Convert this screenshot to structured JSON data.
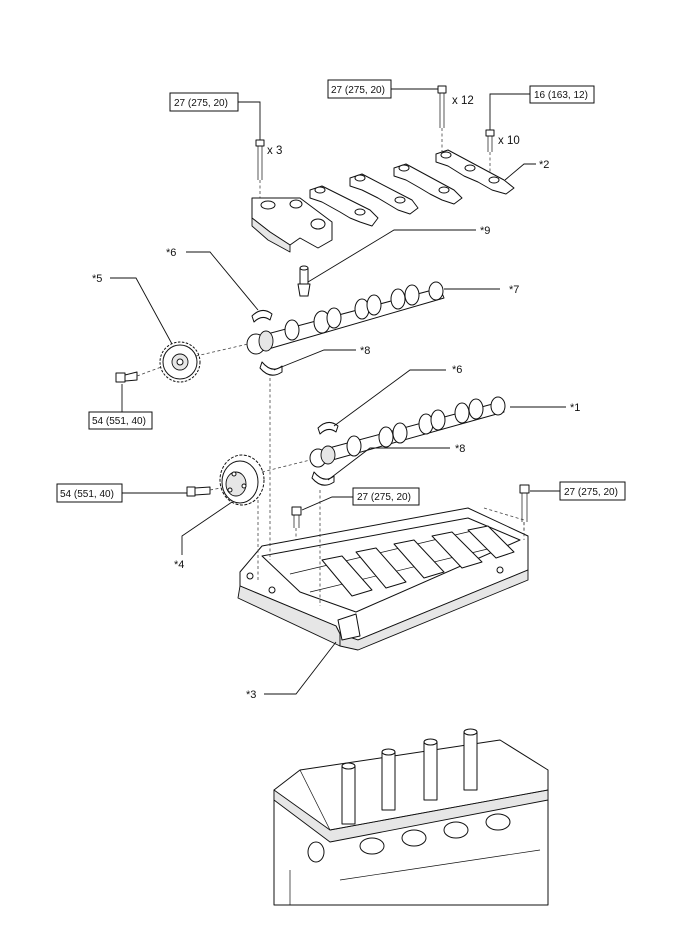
{
  "torque_labels": {
    "cap_bolts_left": "27 (275, 20)",
    "cap_bolts_top": "27 (275, 20)",
    "cap_bolts_right": "16 (163, 12)",
    "sprocket_bolt": "54 (551, 40)",
    "gear_bolt": "54 (551, 40)",
    "housing_bolt_center": "27 (275, 20)",
    "housing_bolt_right": "27 (275, 20)"
  },
  "quantities": {
    "left": "x 3",
    "top": "x 12",
    "right": "x 10"
  },
  "callouts": {
    "c1": "*1",
    "c2": "*2",
    "c3": "*3",
    "c4": "*4",
    "c5": "*5",
    "c6a": "*6",
    "c6b": "*6",
    "c7": "*7",
    "c8a": "*8",
    "c8b": "*8",
    "c9": "*9"
  }
}
